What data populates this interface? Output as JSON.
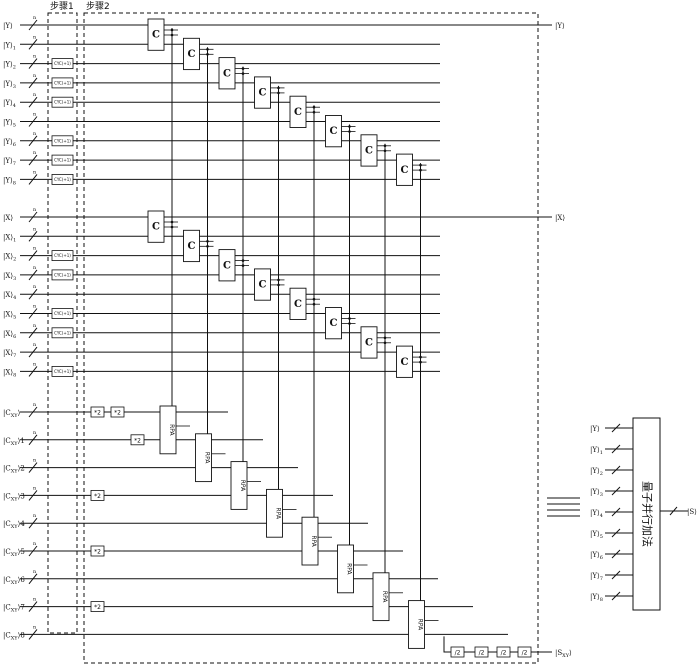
{
  "steps": {
    "step1": "步骤1",
    "step2": "步骤2"
  },
  "wire_n": "n",
  "input_labels": [
    {
      "name": "|Y⟩",
      "sub": ""
    },
    {
      "name": "|Y⟩",
      "sub": "1"
    },
    {
      "name": "|Y⟩",
      "sub": "2"
    },
    {
      "name": "|Y⟩",
      "sub": "3"
    },
    {
      "name": "|Y⟩",
      "sub": "4"
    },
    {
      "name": "|Y⟩",
      "sub": "5"
    },
    {
      "name": "|Y⟩",
      "sub": "6"
    },
    {
      "name": "|Y⟩",
      "sub": "7"
    },
    {
      "name": "|Y⟩",
      "sub": "8"
    },
    {
      "name": "|X⟩",
      "sub": ""
    },
    {
      "name": "|X⟩",
      "sub": "1"
    },
    {
      "name": "|X⟩",
      "sub": "2"
    },
    {
      "name": "|X⟩",
      "sub": "3"
    },
    {
      "name": "|X⟩",
      "sub": "4"
    },
    {
      "name": "|X⟩",
      "sub": "5"
    },
    {
      "name": "|X⟩",
      "sub": "6"
    },
    {
      "name": "|X⟩",
      "sub": "7"
    },
    {
      "name": "|X⟩",
      "sub": "8"
    },
    {
      "name": "|C",
      "sub": "XY",
      "tail": "⟩"
    },
    {
      "name": "|C",
      "sub": "XY",
      "tail": "⟩1"
    },
    {
      "name": "|C",
      "sub": "XY",
      "tail": "⟩2"
    },
    {
      "name": "|C",
      "sub": "XY",
      "tail": "⟩3"
    },
    {
      "name": "|C",
      "sub": "XY",
      "tail": "⟩4"
    },
    {
      "name": "|C",
      "sub": "XY",
      "tail": "⟩5"
    },
    {
      "name": "|C",
      "sub": "XY",
      "tail": "⟩6"
    },
    {
      "name": "|C",
      "sub": "XY",
      "tail": "⟩7"
    },
    {
      "name": "|C",
      "sub": "XY",
      "tail": "⟩8"
    }
  ],
  "cyc_gate_label": "CYC(+1)",
  "c_gate_label": "C",
  "rpa_gate_label": "RPA",
  "double_gate_label": "*2",
  "half_gate_label": "/2",
  "outputs": {
    "y": "|Y⟩",
    "x": "|X⟩",
    "sxy": "|S",
    "sxy_sub": "XY",
    "sxy_tail": "⟩"
  },
  "sum_block": {
    "label": "量子并行加法",
    "inputs": [
      {
        "name": "|Y⟩",
        "sub": ""
      },
      {
        "name": "|Y⟩",
        "sub": "1"
      },
      {
        "name": "|Y⟩",
        "sub": "2"
      },
      {
        "name": "|Y⟩",
        "sub": "3"
      },
      {
        "name": "|Y⟩",
        "sub": "4"
      },
      {
        "name": "|Y⟩",
        "sub": "5"
      },
      {
        "name": "|Y⟩",
        "sub": "6"
      },
      {
        "name": "|Y⟩",
        "sub": "7"
      },
      {
        "name": "|Y⟩",
        "sub": "8"
      }
    ],
    "output": "|S⟩"
  }
}
